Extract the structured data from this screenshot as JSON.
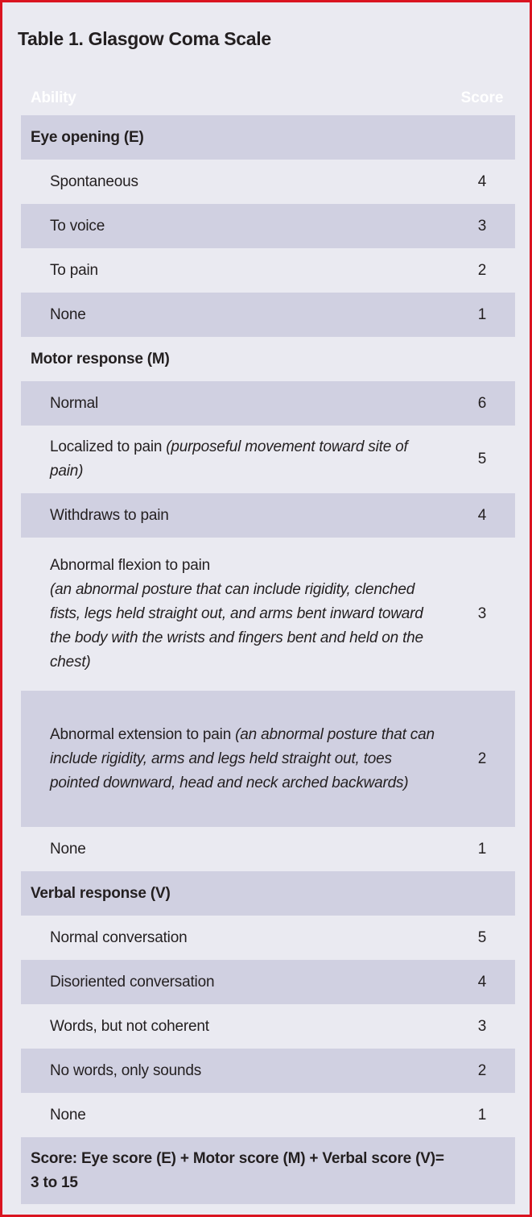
{
  "title": "Table 1. Glasgow Coma Scale",
  "colors": {
    "border_red": "#da1420",
    "background_lavender": "#eaeaf1",
    "row_band_lavender": "#d0d0e1",
    "text_dark": "#231f20",
    "header_text_white": "#ffffff"
  },
  "table": {
    "header": {
      "ability": "Ability",
      "score": "Score"
    },
    "rows": [
      {
        "kind": "category",
        "label": "Eye opening (E)"
      },
      {
        "kind": "item",
        "label": "Spontaneous",
        "score": "4"
      },
      {
        "kind": "item",
        "label": "To voice",
        "score": "3"
      },
      {
        "kind": "item",
        "label": "To pain",
        "score": "2"
      },
      {
        "kind": "item",
        "label": "None",
        "score": "1"
      },
      {
        "kind": "category",
        "label": "Motor response (M)"
      },
      {
        "kind": "item",
        "label": "Normal",
        "score": "6"
      },
      {
        "kind": "item",
        "label": "Localized to pain ",
        "label_italic": "(purposeful movement toward site of pain)",
        "score": "5"
      },
      {
        "kind": "item",
        "label": "Withdraws to pain",
        "score": "4"
      },
      {
        "kind": "item",
        "label": "Abnormal flexion to pain",
        "label_italic": "(an abnormal posture that can include rigidity, clenched fists, legs held straight out, and arms bent inward toward the body with the wrists and fingers bent and held on the chest)",
        "score": "3"
      },
      {
        "kind": "item",
        "label": "Abnormal extension to pain ",
        "label_italic": "(an abnormal posture that can include rigidity, arms and legs held straight out, toes pointed downward, head and neck arched backwards)",
        "score": "2"
      },
      {
        "kind": "item",
        "label": "None",
        "score": "1"
      },
      {
        "kind": "category",
        "label": "Verbal response (V)"
      },
      {
        "kind": "item",
        "label": "Normal conversation",
        "score": "5"
      },
      {
        "kind": "item",
        "label": "Disoriented conversation",
        "score": "4"
      },
      {
        "kind": "item",
        "label": "Words, but not coherent",
        "score": "3"
      },
      {
        "kind": "item",
        "label": "No words, only sounds",
        "score": "2"
      },
      {
        "kind": "item",
        "label": "None",
        "score": "1"
      }
    ],
    "footer_lines": [
      "Score: Eye score (E) + Motor score (M) + Verbal score (V)=",
      "3 to 15"
    ]
  }
}
